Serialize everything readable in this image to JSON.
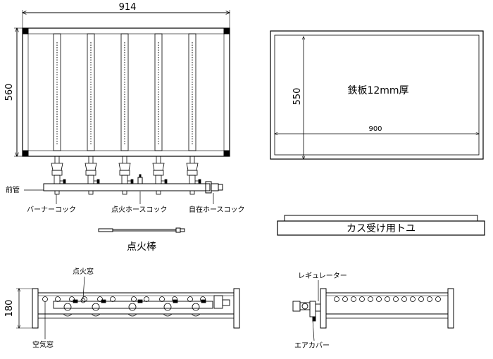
{
  "top_view": {
    "width_dim": "914",
    "height_dim": "560",
    "labels": {
      "front_pipe": "前管",
      "burner_cock": "バーナーコック",
      "pilot_hose_cock": "点火ホースコック",
      "free_hose_cock": "自在ホースコック"
    }
  },
  "plate": {
    "title": "鉄板12mm厚",
    "height_dim": "550",
    "width_dim": "900"
  },
  "grease_tray": {
    "label": "カス受け用トユ"
  },
  "igniter_rod": {
    "label": "点火棒"
  },
  "front_view": {
    "height_dim": "180",
    "pilot_window": "点火窓",
    "air_window": "空気窓"
  },
  "side_view": {
    "regulator": "レギュレーター",
    "air_cover": "エアカバー"
  }
}
